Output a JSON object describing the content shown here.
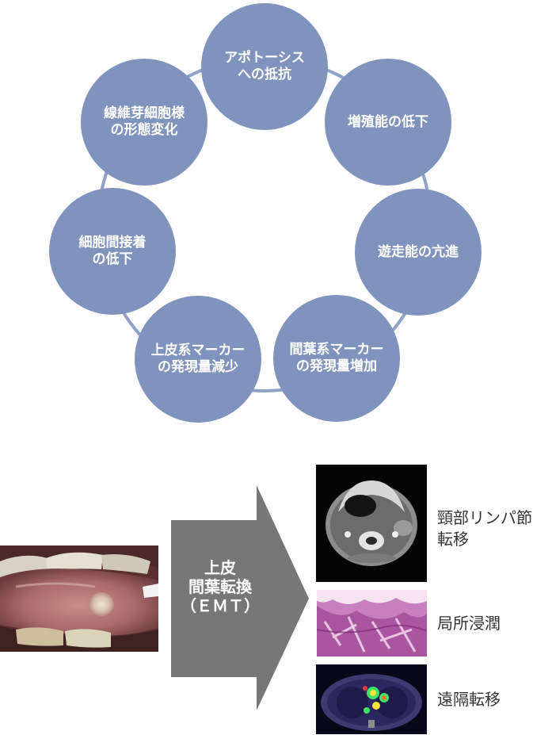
{
  "colors": {
    "node_fill": "#7f93bd",
    "ring_line": "#8ea1c6",
    "arrow": "#777777",
    "outcome_text": "#333333"
  },
  "cycle": {
    "nodes": [
      {
        "id": "apoptosis",
        "lines": [
          "アポトーシス",
          "への抵抗"
        ]
      },
      {
        "id": "proliferation",
        "lines": [
          "増殖能の低下",
          ""
        ]
      },
      {
        "id": "migration",
        "lines": [
          "遊走能の亢進",
          ""
        ]
      },
      {
        "id": "mesenchymal",
        "lines": [
          "間葉系マーカー",
          "の発現量増加"
        ]
      },
      {
        "id": "epithelial",
        "lines": [
          "上皮系マーカー",
          "の発現量減少"
        ]
      },
      {
        "id": "adhesion",
        "lines": [
          "細胞間接着",
          "の低下"
        ]
      },
      {
        "id": "fibroblast",
        "lines": [
          "線維芽細胞様",
          "の形態変化"
        ]
      }
    ]
  },
  "process": {
    "arrow_lines": [
      "上皮",
      "間葉転換",
      "（ＥＭＴ）"
    ],
    "outcomes": [
      {
        "id": "lymph",
        "lines": [
          "頸部リンパ節",
          "転移"
        ]
      },
      {
        "id": "invasion",
        "lines": [
          "局所浸潤",
          ""
        ]
      },
      {
        "id": "distant",
        "lines": [
          "遠隔転移",
          ""
        ]
      }
    ]
  }
}
